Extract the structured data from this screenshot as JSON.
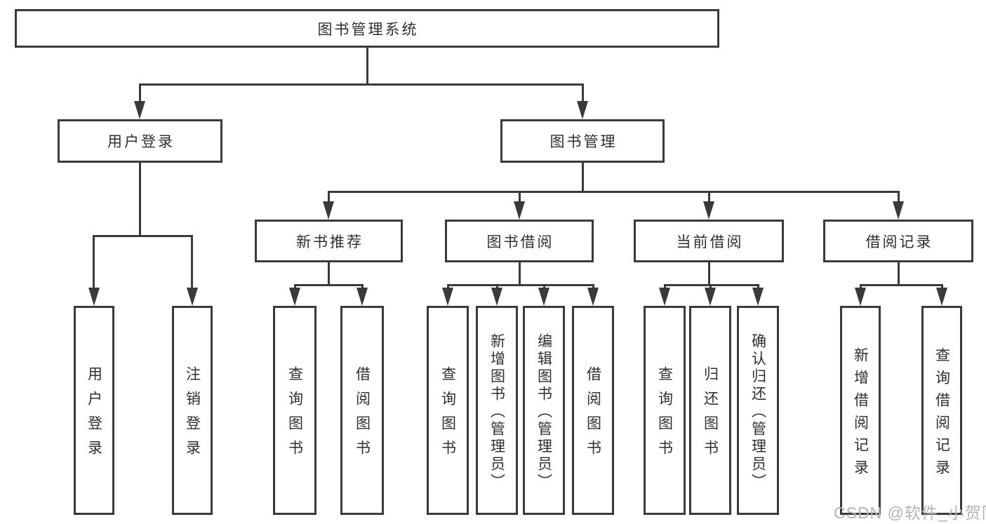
{
  "diagram": {
    "title": "图书管理系统",
    "root": {
      "label": "图书管理系统"
    },
    "level2": [
      {
        "label": "用户登录"
      },
      {
        "label": "图书管理"
      }
    ],
    "level3": [
      {
        "label": "新书推荐"
      },
      {
        "label": "图书借阅"
      },
      {
        "label": "当前借阅"
      },
      {
        "label": "借阅记录"
      }
    ],
    "leaves": {
      "user_login_group": [
        {
          "label": "用户登录"
        },
        {
          "label": "注销登录"
        }
      ],
      "new_book_group": [
        {
          "label": "查询图书"
        },
        {
          "label": "借阅图书"
        }
      ],
      "book_borrow_group": [
        {
          "label": "查询图书"
        },
        {
          "label": "新增图书（管理员）"
        },
        {
          "label": "编辑图书（管理员）"
        },
        {
          "label": "借阅图书"
        }
      ],
      "current_borrow_group": [
        {
          "label": "查询图书"
        },
        {
          "label": "归还图书"
        },
        {
          "label": "确认归还（管理员）"
        }
      ],
      "record_group": [
        {
          "label": "新增借阅记录"
        },
        {
          "label": "查询借阅记录"
        }
      ]
    }
  },
  "watermark": {
    "text": "CSDN @软件_小贺同学"
  },
  "colors": {
    "line": "#3a3a3a",
    "text": "#2f2f2f",
    "background": "#ffffff",
    "watermark": "#b3b3b3"
  }
}
